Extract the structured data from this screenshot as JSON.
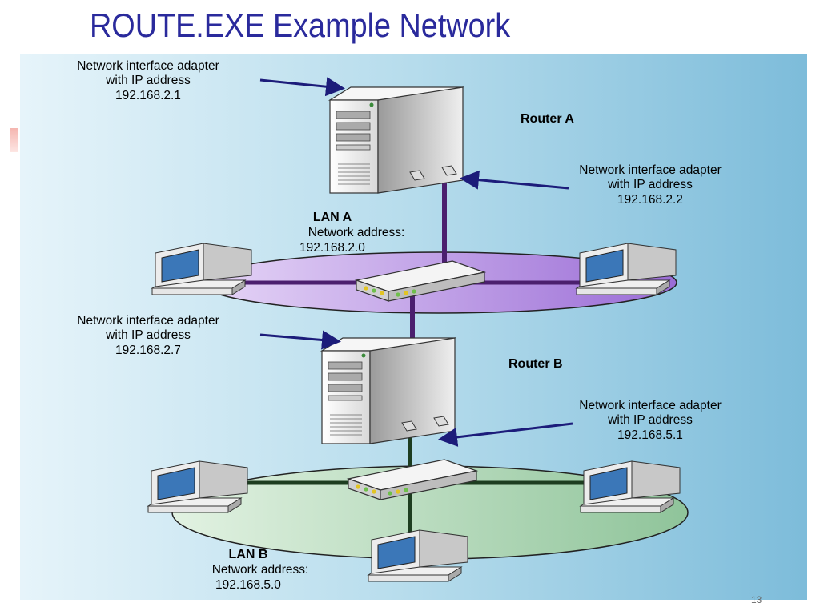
{
  "slide": {
    "title": "ROUTE.EXE Example Network",
    "page_number": "13"
  },
  "colors": {
    "title": "#2a2a9c",
    "lan_a": "#b48fe0",
    "lan_b": "#9fcfa6",
    "arrow": "#1c1c7a",
    "link_a": "#4b1f6e",
    "link_b": "#1d3d20"
  },
  "router_a": {
    "name": "Router A",
    "nic1": {
      "line1": "Network interface adapter",
      "line2": "with IP address",
      "ip": "192.168.2.1"
    },
    "nic2": {
      "line1": "Network interface adapter",
      "line2": "with IP address",
      "ip": "192.168.2.2"
    }
  },
  "router_b": {
    "name": "Router B",
    "nic1": {
      "line1": "Network interface adapter",
      "line2": "with IP address",
      "ip": "192.168.2.7"
    },
    "nic2": {
      "line1": "Network interface adapter",
      "line2": "with IP address",
      "ip": "192.168.5.1"
    }
  },
  "lan_a": {
    "name": "LAN A",
    "address_label": "Network address:",
    "address": "192.168.2.0"
  },
  "lan_b": {
    "name": "LAN B",
    "address_label": "Network address:",
    "address": "192.168.5.0"
  }
}
